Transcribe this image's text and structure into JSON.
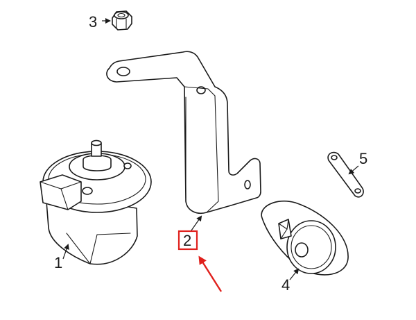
{
  "callouts": [
    {
      "id": "1",
      "label": "1"
    },
    {
      "id": "2",
      "label": "2"
    },
    {
      "id": "3",
      "label": "3"
    },
    {
      "id": "4",
      "label": "4"
    },
    {
      "id": "5",
      "label": "5"
    }
  ],
  "highlight": {
    "callout": "2",
    "box_color": "#e0201c",
    "arrow_color": "#e0201c"
  },
  "line_color": "#1a1a1a"
}
